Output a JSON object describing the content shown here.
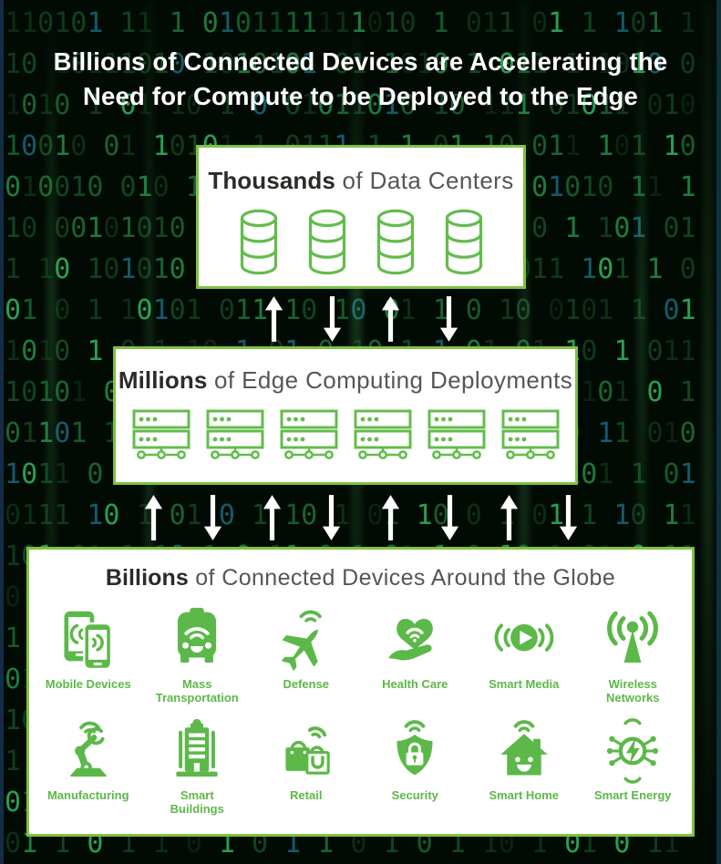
{
  "title": {
    "line1": "Billions of Connected Devices are Accelerating the",
    "line2": "Need for Compute to be Deployed to the Edge"
  },
  "tiers": {
    "data_centers": {
      "bold": "Thousands",
      "rest": " of Data Centers",
      "icon": "database-icon",
      "icon_count": 4
    },
    "edge_deployments": {
      "bold": "Millions",
      "rest": " of Edge Computing Deployments",
      "icon": "edge-server-icon",
      "icon_count": 6
    },
    "connected_devices": {
      "bold": "Billions",
      "rest": " of Connected Devices Around the Globe"
    }
  },
  "arrows": {
    "between_tier1_tier2": [
      "up",
      "down",
      "up",
      "down"
    ],
    "between_tier2_tier3": [
      "up",
      "down",
      "up",
      "down",
      "up",
      "down",
      "up",
      "down"
    ]
  },
  "devices": [
    {
      "icon": "mobile-devices",
      "label": "Mobile Devices"
    },
    {
      "icon": "mass-transportation",
      "label": "Mass\nTransportation"
    },
    {
      "icon": "defense",
      "label": "Defense"
    },
    {
      "icon": "health-care",
      "label": "Health Care"
    },
    {
      "icon": "smart-media",
      "label": "Smart Media"
    },
    {
      "icon": "wireless-networks",
      "label": "Wireless\nNetworks"
    },
    {
      "icon": "manufacturing",
      "label": "Manufacturing"
    },
    {
      "icon": "smart-buildings",
      "label": "Smart\nBuildings"
    },
    {
      "icon": "retail",
      "label": "Retail"
    },
    {
      "icon": "security",
      "label": "Security"
    },
    {
      "icon": "smart-home",
      "label": "Smart Home"
    },
    {
      "icon": "smart-energy",
      "label": "Smart Energy"
    }
  ],
  "colors": {
    "icon_green": "#5cb849",
    "box_border_green": "#7fc241",
    "heading_bold": "#2d2a27",
    "heading_gray": "#54565a",
    "arrow_white": "#ffffff",
    "background_black": "#020a04"
  },
  "background_binary_rows": [
    "110101 11 1 0101111111010 1 011 01 1 101 1",
    "10 10111010 1010101 01 1010 1 011 1 1010 0",
    "1010 1 01 10 1 0 01011010 10 111 01011 010",
    "10010 01 10101 1 0111 1 1 01 10 011 101 10",
    "010010 010 10101 10111 10 01010 01010 11 1",
    "10 00101010 0 1 01 10 1 1 10101 0 1 101 01",
    "1 10 101010 1 1010 1 01 0101 1 011 101 1 0",
    "01 0 1 10101 011 10 10 01 1 0 10 0101 1 01",
    "1010 1 0 1 10 1 01 0 10 1 1 01 01 10 1 011",
    "10101 0 1 01 1 1 0 10 110 1 01 0 1 101 0 1",
    "01101 1 10 1 0 1 01 1 0 1 10 01 1 0 11 010",
    "1011 0 01 10 1 10 0 1 01 1 10 1 0 101 1 01",
    "0111 10 1 01 0 1 10 1 01 10 0 1 01 1 10 11",
    "101 01 1 10 1 0 11 0 1 01 1 0 10 1 01 0 11",
    "0 1 10 01 1 01 0 1 10 1 01 0 11 0 1 10 1 0",
    "1 01 1 0 10 1 01 1 0 1 01 10 1 0 1 01 1 01",
    "01 10 1 0 1 01 1 0 10 1 01 0 1 10 1 01 0 1",
    "10 1 01 0 1 10 1 0 01 1 10 1 0 1 01 1 0 10",
    "1 0 10 1 01 1 0 1 10 0 1 01 1 0 10 1 01 1 ",
    "010 101101  01 101 101 1010 10101 101 1010",
    "01 1 0 1 1 0 1 0 1 1 0 1 0 1 10 1 01 0 11 "
  ]
}
